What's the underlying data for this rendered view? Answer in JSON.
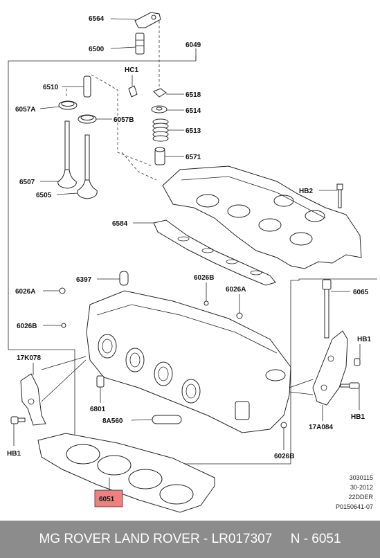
{
  "labels": {
    "p6564": "6564",
    "p6500": "6500",
    "p6049": "6049",
    "hc1": "HC1",
    "p6510": "6510",
    "p6518": "6518",
    "p6057a": "6057A",
    "p6514": "6514",
    "p6057b": "6057B",
    "p6513": "6513",
    "p6571": "6571",
    "p6507": "6507",
    "hb2": "HB2",
    "p6505": "6505",
    "p6584": "6584",
    "p6397": "6397",
    "p6026b_top": "6026B",
    "p6026a_left": "6026A",
    "p6026a_right": "6026A",
    "p6065": "6065",
    "p6026b_left": "6026B",
    "hb1_right_top": "HB1",
    "p17k078": "17K078",
    "p6801": "6801",
    "hb1_right_bottom": "HB1",
    "p8a560": "8A560",
    "p17a084": "17A084",
    "hb1_left": "HB1",
    "p6026b_bottom": "6026B",
    "p6051": "6051"
  },
  "highlight_color": "#f08080",
  "meta": {
    "line1": "3030115",
    "line2": "30-2012",
    "line3": "22DDER",
    "line4": "P0150641-07"
  },
  "footer": {
    "title": "MG ROVER LAND ROVER - LR017307",
    "part": "N - 6051"
  }
}
